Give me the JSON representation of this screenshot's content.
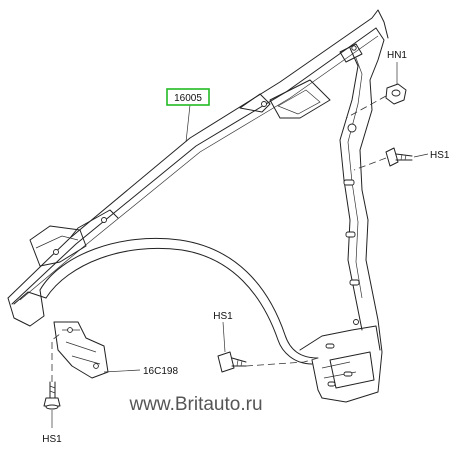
{
  "labels": {
    "fender": "16005",
    "bracket": "16C198",
    "nut_top": "HN1",
    "screw_right": "HS1",
    "screw_middle": "HS1",
    "screw_bottom": "HS1"
  },
  "watermark": "www.Britauto.ru",
  "colors": {
    "line": "#222222",
    "highlight_box": "#22bb22",
    "watermark": "#555555"
  }
}
